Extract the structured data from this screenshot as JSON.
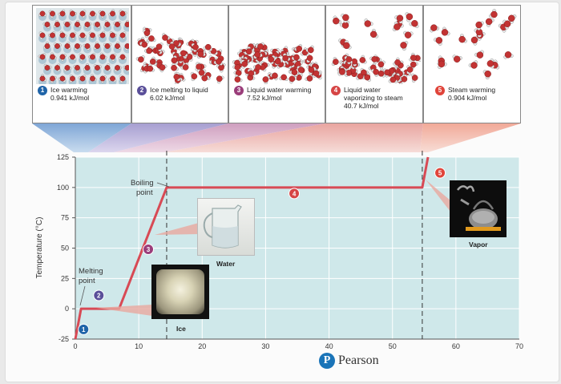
{
  "stages": [
    {
      "num": "1",
      "line1": "Ice warming",
      "line2": "0.941 kJ/mol",
      "line3": ""
    },
    {
      "num": "2",
      "line1": "Ice melting to liquid",
      "line2": "6.02 kJ/mol",
      "line3": ""
    },
    {
      "num": "3",
      "line1": "Liquid water warming",
      "line2": "7.52 kJ/mol",
      "line3": ""
    },
    {
      "num": "4",
      "line1": "Liquid water",
      "line2": "vaporizing to steam",
      "line3": "40.7 kJ/mol"
    },
    {
      "num": "5",
      "line1": "Steam warming",
      "line2": "0.904 kJ/mol",
      "line3": ""
    }
  ],
  "colors": {
    "stage1": "#1f64a8",
    "stage2": "#5a4f99",
    "stage3": "#9a3d7a",
    "stage4": "#d64545",
    "stage5": "#e0443a",
    "curve": "#d84a55",
    "plot_bg": "#cfe8ea",
    "stage_line": "#335"
  },
  "annotations": {
    "boiling_point": [
      "Boiling",
      "point"
    ],
    "melting_point": [
      "Melting",
      "point"
    ]
  },
  "photo_labels": {
    "ice": "Ice",
    "water": "Water",
    "vapor": "Vapor"
  },
  "chart_data": {
    "type": "line",
    "xlabel": "",
    "ylabel": "Temperature (°C)",
    "x_ticks": [
      0,
      10,
      20,
      30,
      40,
      50,
      60,
      70
    ],
    "y_ticks": [
      -25,
      0,
      25,
      50,
      75,
      100,
      125
    ],
    "xlim": [
      0,
      70
    ],
    "ylim": [
      -25,
      125
    ],
    "points": [
      {
        "x": 0,
        "y": -25
      },
      {
        "x": 0.9,
        "y": 0
      },
      {
        "x": 6.9,
        "y": 0
      },
      {
        "x": 14.4,
        "y": 100
      },
      {
        "x": 54.7,
        "y": 100
      },
      {
        "x": 55.6,
        "y": 125
      }
    ],
    "stage_markers": [
      {
        "label": "1",
        "x": 1.3,
        "y": -17
      },
      {
        "label": "2",
        "x": 3.7,
        "y": 11
      },
      {
        "label": "3",
        "x": 11.5,
        "y": 49
      },
      {
        "label": "4",
        "x": 34.5,
        "y": 95
      },
      {
        "label": "5",
        "x": 57.5,
        "y": 112
      }
    ],
    "dashed_verticals": [
      14.4,
      54.7
    ],
    "grid": true
  },
  "brand": {
    "logo_letter": "P",
    "name": "Pearson"
  }
}
